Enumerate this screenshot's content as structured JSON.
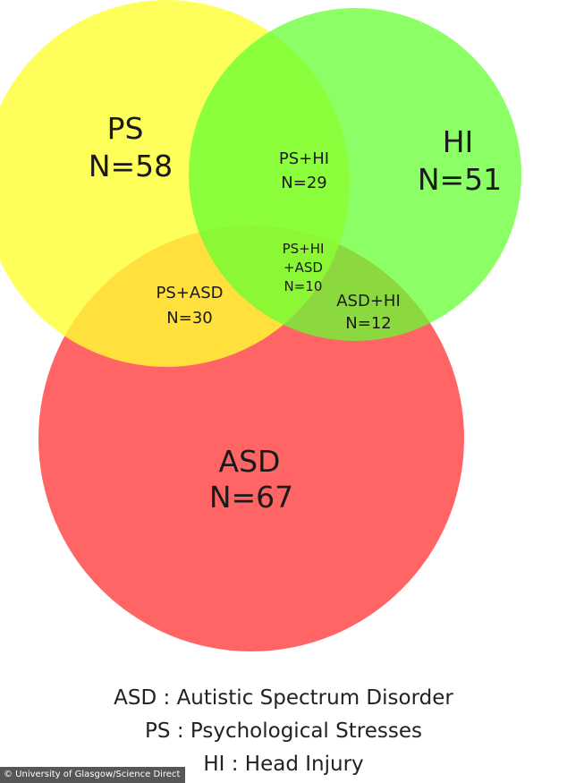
{
  "circles": [
    {
      "id": "ps",
      "label": "PS",
      "count_text": "N=58",
      "color": "#ffff33",
      "opacity": 0.8
    },
    {
      "id": "hi",
      "label": "HI",
      "count_text": "N=51",
      "color": "#66ff33",
      "opacity": 0.75
    },
    {
      "id": "asd",
      "label": "ASD",
      "count_text": "N=67",
      "color": "#ff2a2a",
      "opacity": 0.72
    }
  ],
  "overlaps": {
    "ps_hi": {
      "label": "PS+HI",
      "count_text": "N=29"
    },
    "ps_asd": {
      "label": "PS+ASD",
      "count_text": "N=30"
    },
    "asd_hi": {
      "label": "ASD+HI",
      "count_text": "N=12"
    },
    "ps_hi_asd": {
      "line1": "PS+HI",
      "line2": "+ASD",
      "count_text": "N=10"
    }
  },
  "legend": [
    {
      "abbr": "ASD",
      "sep": " : ",
      "meaning": "Autistic Spectrum Disorder"
    },
    {
      "abbr": "PS",
      "sep": " : ",
      "meaning": "Psychological Stresses"
    },
    {
      "abbr": "HI",
      "sep": " : ",
      "meaning": "Head Injury"
    }
  ],
  "credit": "© University of Glasgow/Science Direct"
}
